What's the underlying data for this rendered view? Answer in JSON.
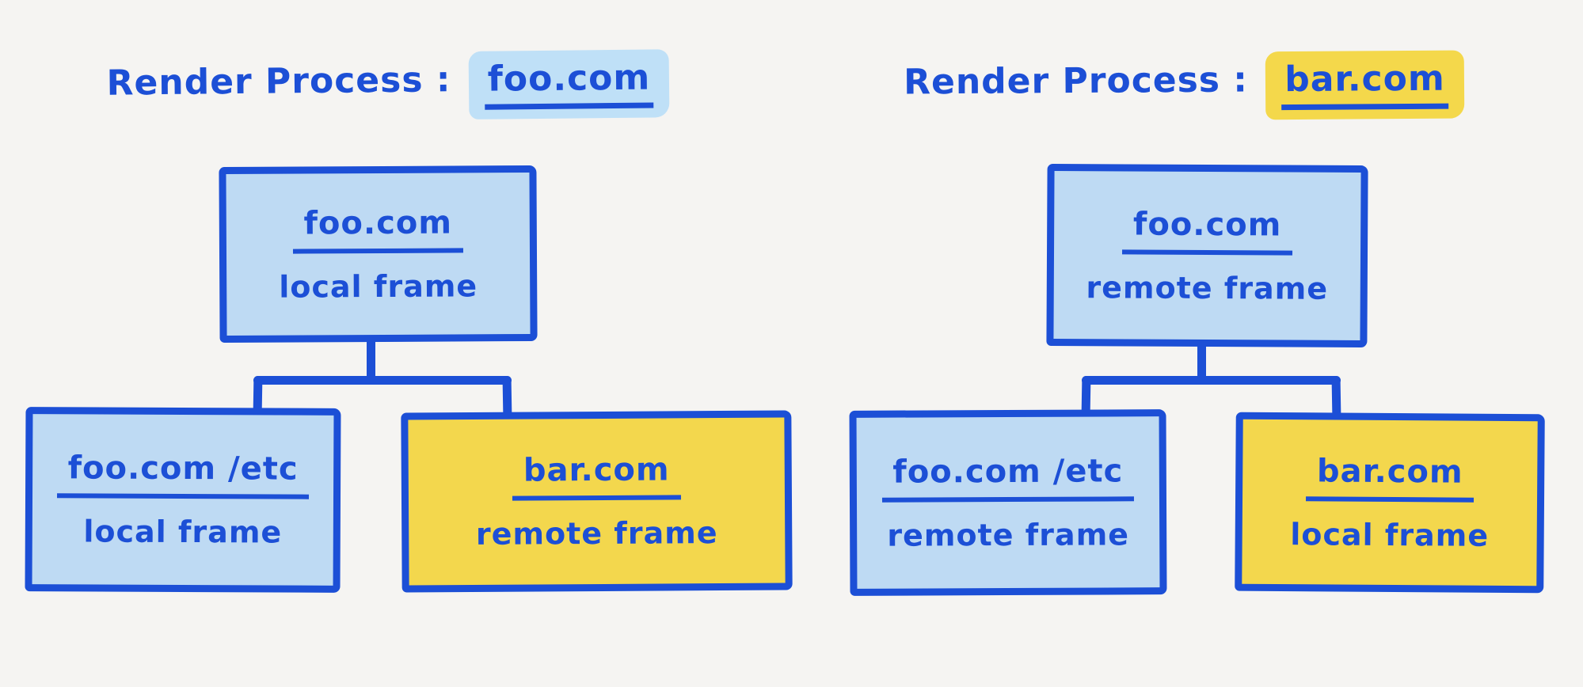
{
  "colors": {
    "ink_blue": "#1c4fd6",
    "foo_site_fill": "#bedaf3",
    "bar_site_fill": "#f3d74d",
    "background": "#f5f4f2",
    "foo_title_highlight": "#bfe0f7",
    "bar_title_highlight": "#f4d84b"
  },
  "processes": [
    {
      "title_prefix": "Render Process :",
      "title_domain": "foo.com",
      "highlight": "blue",
      "root": {
        "domain": "foo.com",
        "frame": "local frame",
        "fill": "blue"
      },
      "children": [
        {
          "domain": "foo.com /etc",
          "frame": "local frame",
          "fill": "blue"
        },
        {
          "domain": "bar.com",
          "frame": "remote frame",
          "fill": "yellow"
        }
      ]
    },
    {
      "title_prefix": "Render Process :",
      "title_domain": "bar.com",
      "highlight": "yellow",
      "root": {
        "domain": "foo.com",
        "frame": "remote frame",
        "fill": "blue"
      },
      "children": [
        {
          "domain": "foo.com /etc",
          "frame": "remote frame",
          "fill": "blue"
        },
        {
          "domain": "bar.com",
          "frame": "local frame",
          "fill": "yellow"
        }
      ]
    }
  ]
}
